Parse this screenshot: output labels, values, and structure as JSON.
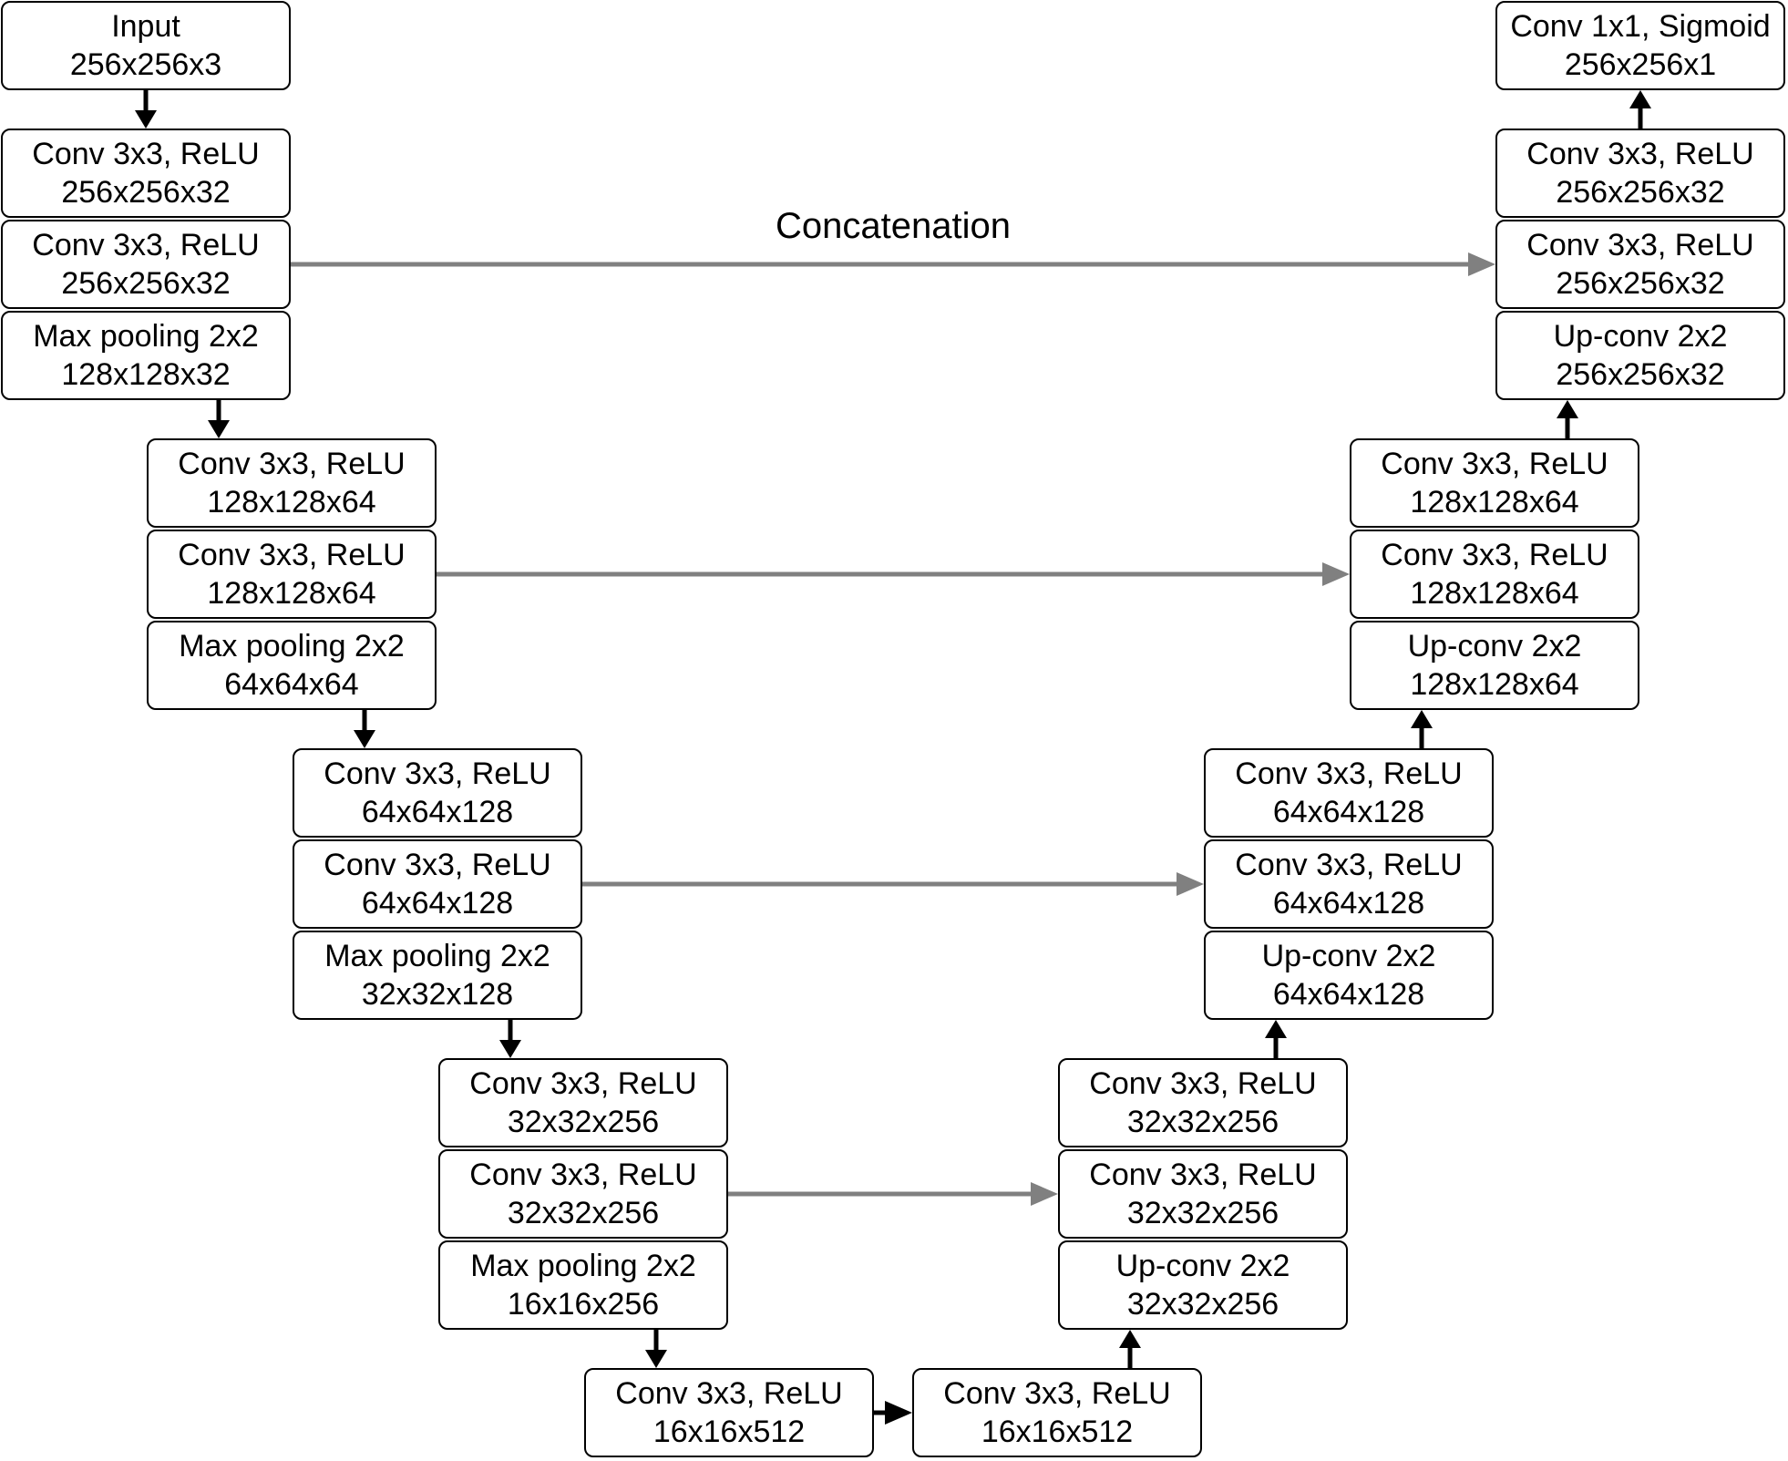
{
  "concat_label": "Concatenation",
  "colors": {
    "flow_arrow": "#000000",
    "skip_arrow": "#808080",
    "border": "#000000"
  },
  "blocks": [
    {
      "id": "e0a",
      "title": "Input",
      "shape": "256x256x3"
    },
    {
      "id": "e0b",
      "title": "Conv 3x3, ReLU",
      "shape": "256x256x32"
    },
    {
      "id": "e0c",
      "title": "Conv 3x3, ReLU",
      "shape": "256x256x32"
    },
    {
      "id": "e0d",
      "title": "Max pooling 2x2",
      "shape": "128x128x32"
    },
    {
      "id": "e1a",
      "title": "Conv 3x3, ReLU",
      "shape": "128x128x64"
    },
    {
      "id": "e1b",
      "title": "Conv 3x3, ReLU",
      "shape": "128x128x64"
    },
    {
      "id": "e1c",
      "title": "Max pooling 2x2",
      "shape": "64x64x64"
    },
    {
      "id": "e2a",
      "title": "Conv 3x3, ReLU",
      "shape": "64x64x128"
    },
    {
      "id": "e2b",
      "title": "Conv 3x3, ReLU",
      "shape": "64x64x128"
    },
    {
      "id": "e2c",
      "title": "Max pooling 2x2",
      "shape": "32x32x128"
    },
    {
      "id": "e3a",
      "title": "Conv 3x3, ReLU",
      "shape": "32x32x256"
    },
    {
      "id": "e3b",
      "title": "Conv 3x3, ReLU",
      "shape": "32x32x256"
    },
    {
      "id": "e3c",
      "title": "Max pooling 2x2",
      "shape": "16x16x256"
    },
    {
      "id": "b1",
      "title": "Conv 3x3, ReLU",
      "shape": "16x16x512"
    },
    {
      "id": "b2",
      "title": "Conv 3x3, ReLU",
      "shape": "16x16x512"
    },
    {
      "id": "d3a",
      "title": "Conv 3x3, ReLU",
      "shape": "32x32x256"
    },
    {
      "id": "d3b",
      "title": "Conv 3x3, ReLU",
      "shape": "32x32x256"
    },
    {
      "id": "d3c",
      "title": "Up-conv 2x2",
      "shape": "32x32x256"
    },
    {
      "id": "d2a",
      "title": "Conv 3x3, ReLU",
      "shape": "64x64x128"
    },
    {
      "id": "d2b",
      "title": "Conv 3x3, ReLU",
      "shape": "64x64x128"
    },
    {
      "id": "d2c",
      "title": "Up-conv 2x2",
      "shape": "64x64x128"
    },
    {
      "id": "d1a",
      "title": "Conv 3x3, ReLU",
      "shape": "128x128x64"
    },
    {
      "id": "d1b",
      "title": "Conv 3x3, ReLU",
      "shape": "128x128x64"
    },
    {
      "id": "d1c",
      "title": "Up-conv 2x2",
      "shape": "128x128x64"
    },
    {
      "id": "d0out",
      "title": "Conv 1x1, Sigmoid",
      "shape": "256x256x1"
    },
    {
      "id": "d0a",
      "title": "Conv 3x3, ReLU",
      "shape": "256x256x32"
    },
    {
      "id": "d0b",
      "title": "Conv 3x3, ReLU",
      "shape": "256x256x32"
    },
    {
      "id": "d0c",
      "title": "Up-conv 2x2",
      "shape": "256x256x32"
    }
  ]
}
